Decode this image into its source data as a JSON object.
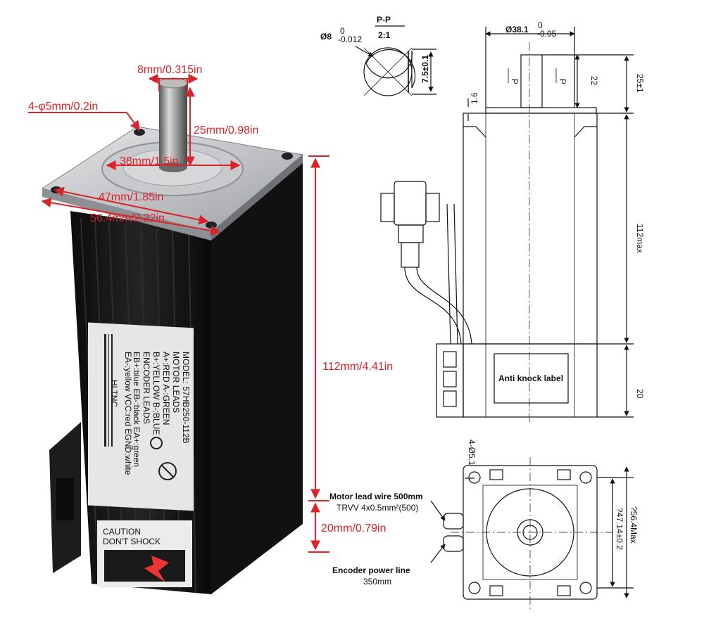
{
  "photo": {
    "dims": {
      "shaft": "8mm/0.315in",
      "holes": "4-φ5mm/0.2in",
      "shaft_len": "25mm/0.98in",
      "boss": "38mm/1.5in",
      "hole_pitch": "47mm/1.85in",
      "flange": "56.4mm/2.22in",
      "body_len": "112mm/4.41in",
      "encoder_len": "20mm/0.79in"
    },
    "label": {
      "model": "MODEL: 57HB250-112B",
      "motor_leads": "MOTOR LEADS",
      "line_a": "A+:RED    A-:GREEN",
      "line_b": "B+:YELLOW  B-:BLUE",
      "encoder_leads": "ENCODER LEADS",
      "line_eb": "EB+:blue   EB-:black  EA+:green",
      "line_ea": "EA-:yellow  VCC:red  EGND:white",
      "brand": "HLTNC"
    },
    "caution": {
      "line1": "CAUTION",
      "line2": "DON'T SHOCK"
    }
  },
  "drawing": {
    "section": {
      "title": "P-P",
      "scale": "2:1",
      "dia": "Ø8",
      "dia_tol_top": "0",
      "dia_tol_bot": "-0.012",
      "flat": "7.5±0.1"
    },
    "side": {
      "pilot": "Ø38.1",
      "pilot_tol_top": "0",
      "pilot_tol_bot": "-0.05",
      "shaft_len": "25±1",
      "flat_len": "22",
      "step": "1.6",
      "p_mark": "P",
      "body": "112max",
      "encoder": "20",
      "anti_knock": "Anti knock label"
    },
    "end": {
      "holes": "4-Ø5.1",
      "pitch": "?47.14±0.2",
      "square": "?56.4Max",
      "motor_wire_1": "Motor lead wire 500mm",
      "motor_wire_2": "TRVV 4x0.5mm²(500)",
      "encoder_wire_1": "Encoder power line",
      "encoder_wire_2": "350mm"
    }
  },
  "colors": {
    "dimension": "#d8232a",
    "body": "#1a1a1a",
    "flange": "#b9bcc0",
    "label": "#e6e6e6"
  }
}
